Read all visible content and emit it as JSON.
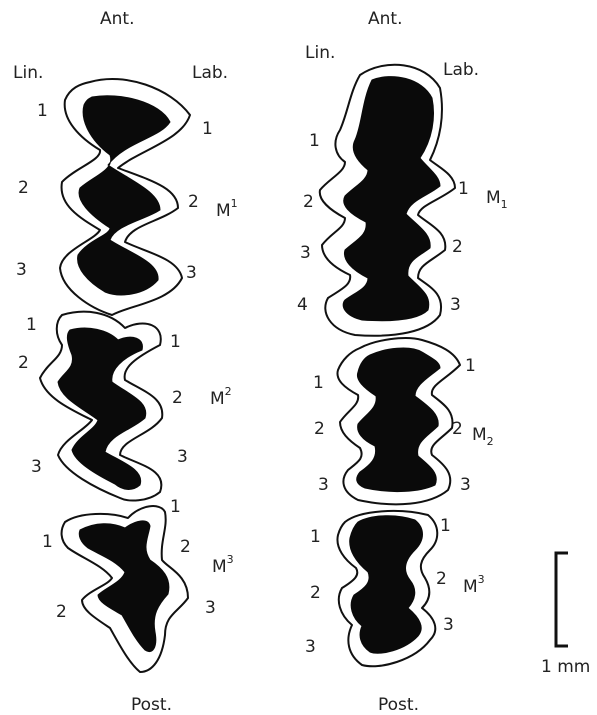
{
  "orientation": {
    "left_top": "Ant.",
    "right_top": "Ant.",
    "left_bottom": "Post.",
    "right_bottom": "Post.",
    "left_lingual": "Lin.",
    "left_labial": "Lab.",
    "right_lingual": "Lin.",
    "right_labial": "Lab."
  },
  "upper": {
    "m1": {
      "tooth": "M",
      "index": "1",
      "lingual": [
        "1",
        "2",
        "3"
      ],
      "labial": [
        "1",
        "2",
        "3"
      ]
    },
    "m2": {
      "tooth": "M",
      "index": "2",
      "lingual": [
        "1",
        "2",
        "3"
      ],
      "labial": [
        "1",
        "2",
        "3"
      ]
    },
    "m3": {
      "tooth": "M",
      "index": "3",
      "lingual": [
        "1",
        "2"
      ],
      "labial": [
        "1",
        "2",
        "3"
      ]
    }
  },
  "lower": {
    "m1": {
      "tooth": "M",
      "index": "1",
      "lingual": [
        "1",
        "2",
        "3",
        "4"
      ],
      "labial": [
        "1",
        "2",
        "3"
      ]
    },
    "m2": {
      "tooth": "M",
      "index": "2",
      "lingual": [
        "1",
        "2",
        "3"
      ],
      "labial": [
        "1",
        "2",
        "3"
      ]
    },
    "m3": {
      "tooth": "M",
      "index": "3",
      "lingual": [
        "1",
        "2",
        "3"
      ],
      "labial": [
        "1",
        "2",
        "3"
      ]
    }
  },
  "scale_bar": {
    "label": "1 mm"
  },
  "colors": {
    "dentine": "#0a0a0a",
    "outline": "#111111",
    "background": "#ffffff"
  }
}
